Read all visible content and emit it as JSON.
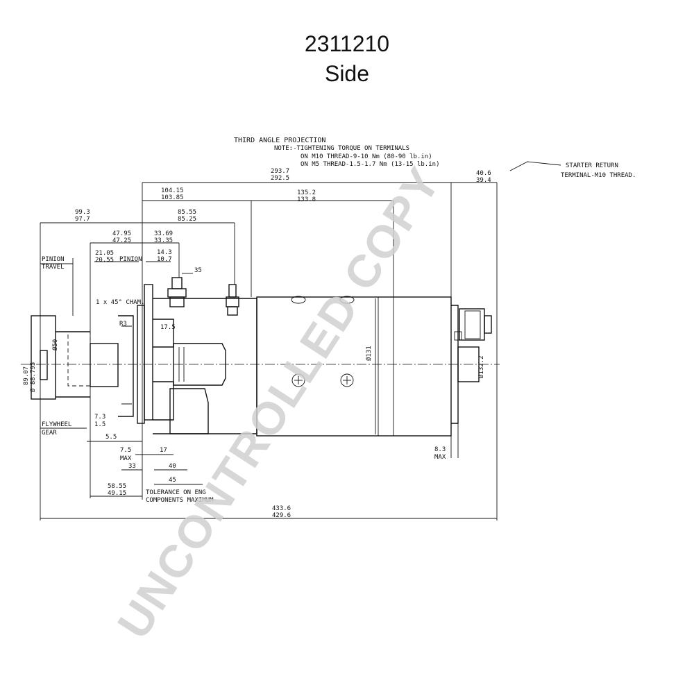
{
  "header": {
    "part_number": "2311210",
    "view": "Side"
  },
  "notes": {
    "projection": "THIRD ANGLE PROJECTION",
    "note_line1": "NOTE:-TIGHTENING TORQUE ON TERMINALS",
    "note_line2": "ON M10 THREAD-9-10 Nm (80-90 lb.in)",
    "note_line3": "ON M5 THREAD-1.5-1.7 Nm (13-15 lb.in)",
    "return_line1": "STARTER RETURN",
    "return_line2": "TERMINAL-M10 THREAD.",
    "tolerance_line1": "TOLERANCE ON ENG",
    "tolerance_line2": "COMPONENTS MAXIMUM"
  },
  "labels": {
    "pinion": "PINION",
    "travel": "TRAVEL",
    "pinion_short": "PINION",
    "chamfer": "1 x 45° CHAM.",
    "r3": "R3",
    "dia_50": "Ø50",
    "flywheel": "FLYWHEEL",
    "gear": "GEAR",
    "max_a": "MAX",
    "max_b": "MAX",
    "dia_132": "Ø132.2",
    "dia_131": "Ø131"
  },
  "dimensions": {
    "overall_a": "293.7",
    "overall_b": "292.5",
    "d104_a": "104.15",
    "d104_b": "103.85",
    "d135_a": "135.2",
    "d135_b": "133.8",
    "d85_a": "85.55",
    "d85_b": "85.25",
    "d99_a": "99.3",
    "d99_b": "97.7",
    "d47_a": "47.95",
    "d47_b": "47.25",
    "d33_a": "33.69",
    "d33_b": "33.35",
    "d21_a": "21.05",
    "d21_b": "20.55",
    "d143": "14.3",
    "d107": "10.7",
    "d35": "35",
    "d40_6_a": "40.6",
    "d40_6_b": "39.4",
    "d17_5": "17.5",
    "d89_a": "89.07",
    "d89_b": "Ø 88.795",
    "d7_3": "7.3",
    "d1_5": "1.5",
    "d5_5": "5.5",
    "d7_5": "7.5",
    "d17": "17",
    "d40": "40",
    "d33": "33",
    "d45": "45",
    "d58_a": "58.55",
    "d58_b": "49.15",
    "d8_3": "8.3",
    "d433_a": "433.6",
    "d433_b": "429.6"
  },
  "watermark": "UNCONTROLLED COPY"
}
